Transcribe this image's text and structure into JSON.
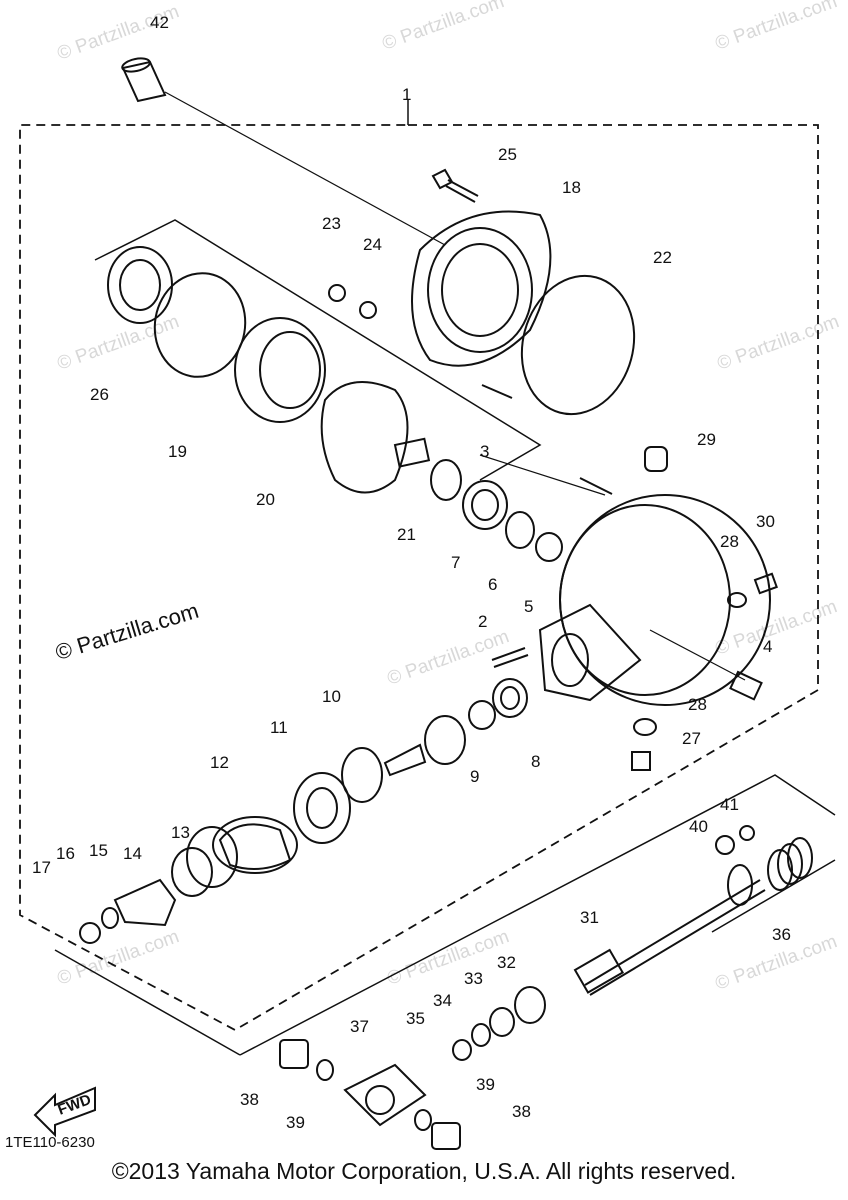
{
  "diagram": {
    "watermark": "© Partzilla.com",
    "brand_text": "© Partzilla.com",
    "drawing_code": "1TE110-6230",
    "fwd_label": "FWD",
    "copyright": "©2013 Yamaha Motor Corporation, U.S.A. All rights reserved.",
    "callouts": [
      "42",
      "1",
      "25",
      "18",
      "23",
      "24",
      "22",
      "26",
      "19",
      "20",
      "3",
      "29",
      "21",
      "7",
      "6",
      "5",
      "28",
      "30",
      "2",
      "4",
      "10",
      "11",
      "12",
      "13",
      "14",
      "15",
      "16",
      "17",
      "9",
      "8",
      "28",
      "27",
      "41",
      "40",
      "31",
      "36",
      "32",
      "33",
      "34",
      "35",
      "37",
      "38",
      "39",
      "39",
      "38"
    ]
  }
}
